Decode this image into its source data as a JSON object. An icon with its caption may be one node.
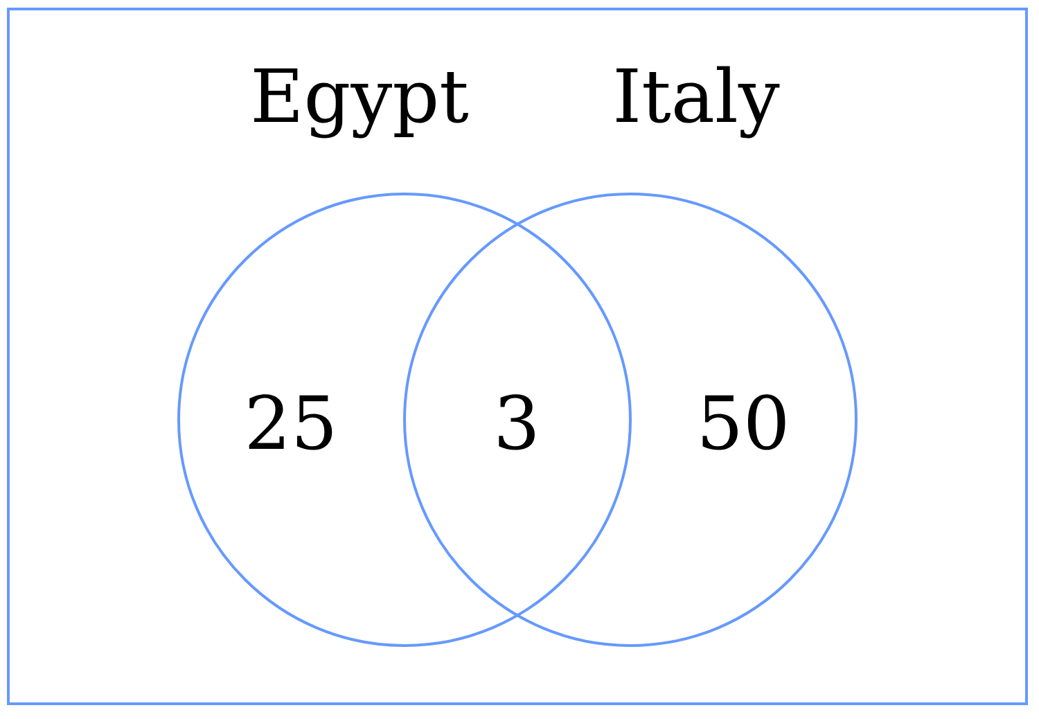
{
  "diagram": {
    "nodes": [
      {
        "text": [
          "Egypt",
          "25"
        ]
      },
      {
        "text": [
          "Italy",
          "50"
        ]
      }
    ],
    "labels": [
      "3"
    ]
  }
}
